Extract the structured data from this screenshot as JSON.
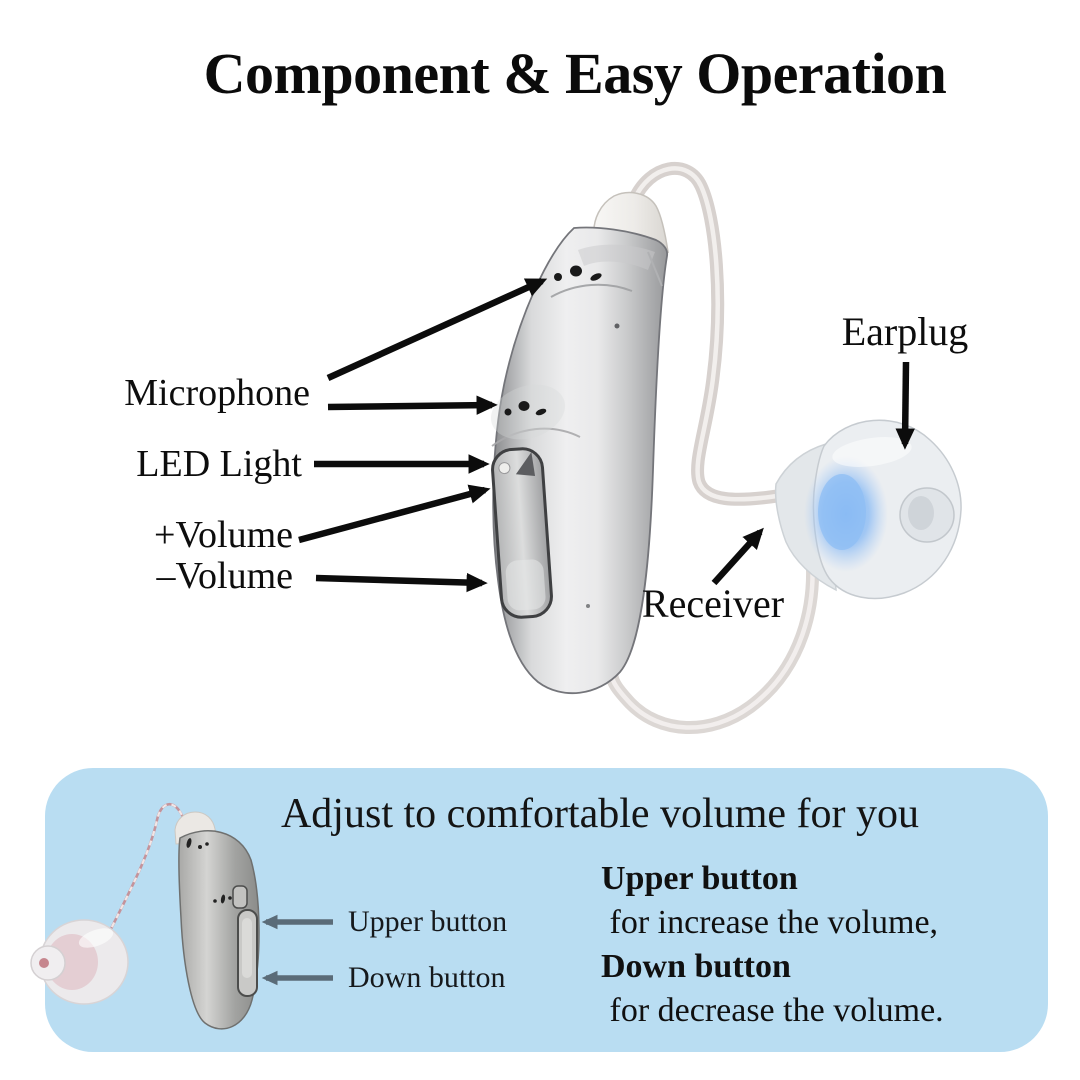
{
  "title": "Component & Easy Operation",
  "diagram": {
    "labels": {
      "microphone": "Microphone",
      "led_light": "LED Light",
      "volume_up": "+Volume",
      "volume_down": "–Volume",
      "earplug": "Earplug",
      "receiver": "Receiver"
    }
  },
  "panel": {
    "heading": "Adjust to comfortable volume for you",
    "callouts": {
      "upper_button": "Upper button",
      "down_button": "Down button"
    },
    "instructions": [
      {
        "bold": "Upper button",
        "text": " for increase the volume,"
      },
      {
        "bold": "Down button",
        "text": " for decrease the volume."
      }
    ]
  },
  "colors": {
    "panel_background": "#b9ddf2",
    "callout_arrow": "#5a6b78",
    "label_text": "#0d0d0d",
    "receiver_glow_blue": "#8ebdf4",
    "device_silver": "#d9dadb"
  }
}
